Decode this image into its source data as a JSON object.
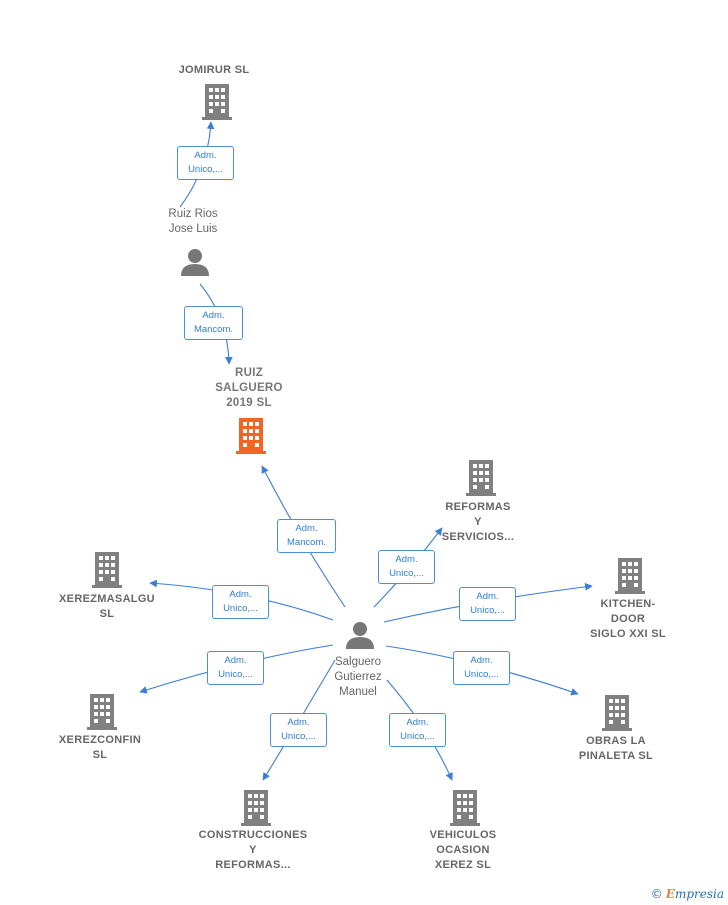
{
  "colors": {
    "edge": "#3a7fd5",
    "building": "#808080",
    "building_main": "#f26522",
    "person": "#777777"
  },
  "companies": {
    "jomirur": "JOMIRUR  SL",
    "ruiz_salguero": "RUIZ\nSALGUERO\n2019  SL",
    "reformas_servicios": "REFORMAS\nY\nSERVICIOS...",
    "xerezmasalgu": "XEREZMASALGU\nSL",
    "kitchen_door": "KITCHEN-\nDOOR\nSIGLO XXI SL",
    "xerezconfin": "XEREZCONFIN\nSL",
    "obras_pinaleta": "OBRAS LA\nPINALETA  SL",
    "construcciones": "CONSTRUCCIONES\nY\nREFORMAS...",
    "vehiculos": "VEHICULOS\nOCASION\nXEREZ  SL"
  },
  "persons": {
    "ruiz_rios": "Ruiz Rios\nJose Luis",
    "salguero": "Salguero\nGutierrez\nManuel"
  },
  "edge_labels": {
    "e_jomirur": "Adm.\nUnico,...",
    "e_ruiz_salguero_top": "Adm.\nMancom.",
    "e_ruiz_salguero_bottom": "Adm.\nMancom.",
    "e_reformas": "Adm.\nUnico,...",
    "e_xerezmasalgu": "Adm.\nUnico,...",
    "e_kitchen": "Adm.\nUnico,...",
    "e_xerezconfin": "Adm.\nUnico,...",
    "e_obras": "Adm.\nUnico,...",
    "e_construcciones": "Adm.\nUnico,...",
    "e_vehiculos": "Adm.\nUnico,..."
  },
  "watermark": {
    "symbol": "©",
    "brand_initial": "E",
    "brand_rest": "mpresia"
  }
}
